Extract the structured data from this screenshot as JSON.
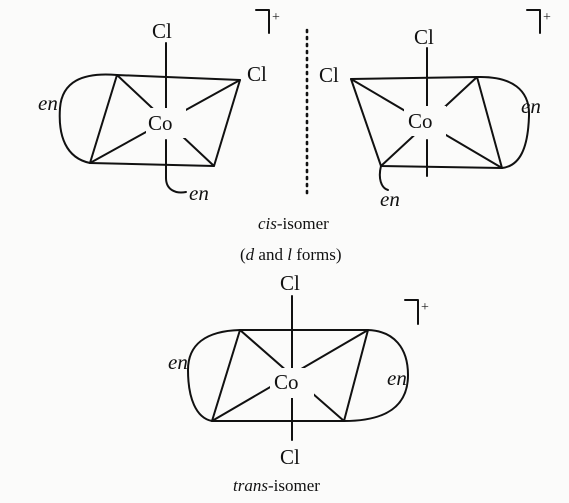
{
  "cis_left": {
    "atom_top": "Cl",
    "atom_right": "Cl",
    "metal": "Co",
    "ligand_left": "en",
    "ligand_bottom": "en",
    "charge": "+"
  },
  "cis_right": {
    "atom_top": "Cl",
    "atom_left": "Cl",
    "metal": "Co",
    "ligand_right": "en",
    "ligand_bottom": "en",
    "charge": "+"
  },
  "trans": {
    "atom_top": "Cl",
    "atom_bottom": "Cl",
    "metal": "Co",
    "ligand_left": "en",
    "ligand_right": "en",
    "charge": "+"
  },
  "captions": {
    "cis_prefix": "cis",
    "cis_suffix": "-isomer",
    "forms_open": "(",
    "forms_d": "d",
    "forms_and": " and ",
    "forms_l": "l",
    "forms_close": " forms)",
    "trans_prefix": "trans",
    "trans_suffix": "-isomer"
  }
}
